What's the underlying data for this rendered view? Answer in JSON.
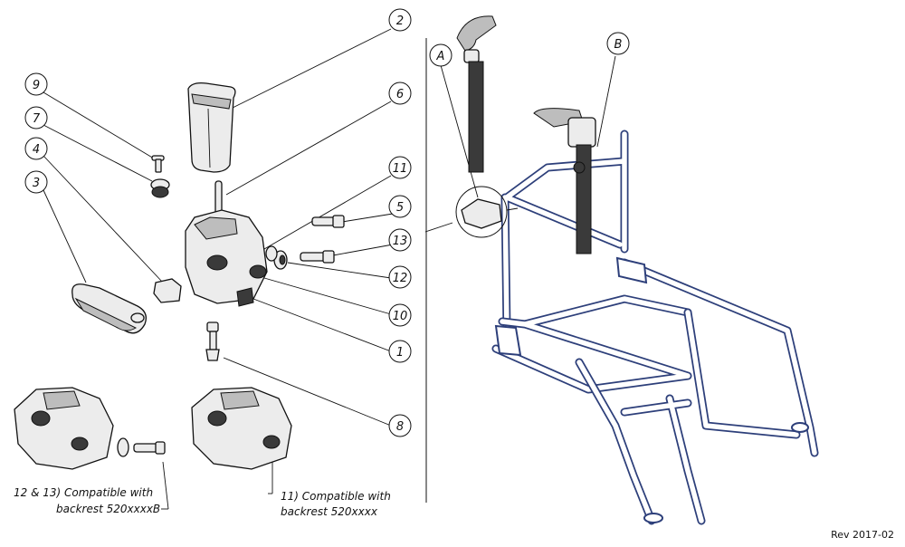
{
  "callouts": [
    {
      "label": "1"
    },
    {
      "label": "2"
    },
    {
      "label": "3"
    },
    {
      "label": "4"
    },
    {
      "label": "5"
    },
    {
      "label": "6"
    },
    {
      "label": "7"
    },
    {
      "label": "8"
    },
    {
      "label": "9"
    },
    {
      "label": "10"
    },
    {
      "label": "11"
    },
    {
      "label": "12"
    },
    {
      "label": "13"
    }
  ],
  "detail_views": [
    {
      "label": "A"
    },
    {
      "label": "B"
    }
  ],
  "notes": {
    "compat_12_13_line1": "12 & 13) Compatible with",
    "compat_12_13_line2": "backrest 520xxxxB",
    "compat_11_line1": "11) Compatible with",
    "compat_11_line2": "backrest 520xxxx"
  },
  "revision": "Rev 2017-02",
  "colors": {
    "frame": "#2d3f7a",
    "line": "#111111"
  }
}
